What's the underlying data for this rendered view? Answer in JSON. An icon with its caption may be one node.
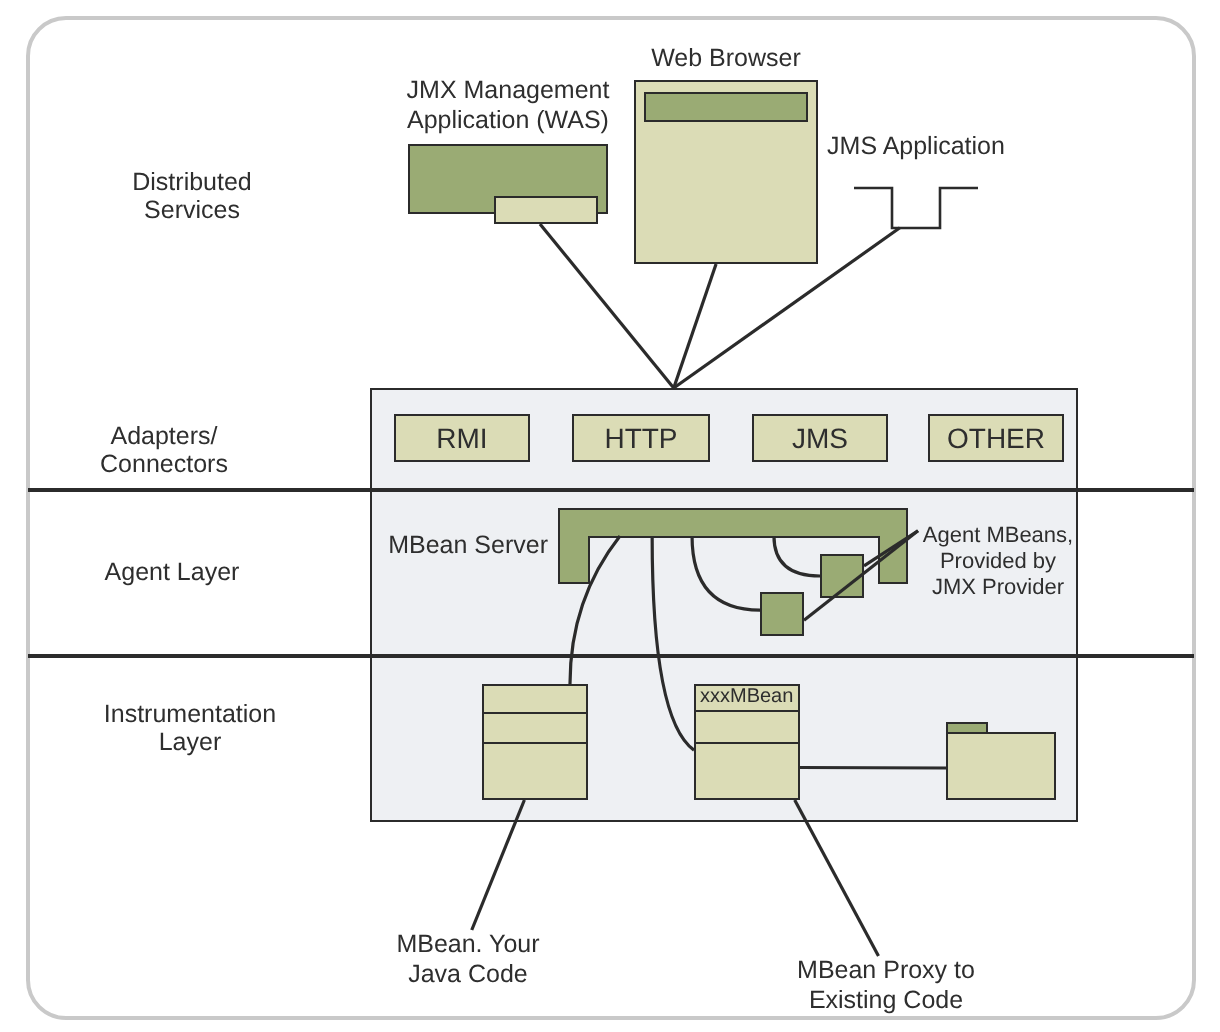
{
  "diagram": {
    "nodes": [
      {
        "text": [
          "JMX Management Application (WAS)"
        ]
      },
      {
        "text": [
          "Web Browser"
        ]
      },
      {
        "text": [
          "JMS Application"
        ]
      },
      {
        "text": [],
        "shape": "box"
      },
      {
        "text": [
          "RMI"
        ],
        "in": 3
      },
      {
        "text": [
          "HTTP"
        ],
        "in": 3
      },
      {
        "text": [
          "JMS"
        ],
        "in": 3
      },
      {
        "text": [
          "OTHER"
        ],
        "in": 3
      },
      {
        "text": [
          "MBean Server"
        ],
        "in": 3
      },
      {
        "text": [],
        "shape": "box",
        "in": 3
      },
      {
        "text": [],
        "shape": "box",
        "in": 3
      },
      {
        "text": [
          "Agent MBeans, Provided by JMX Provider"
        ],
        "in": 3
      },
      {
        "text": [],
        "shape": "box",
        "in": 3
      },
      {
        "text": [
          "xxxMBean"
        ],
        "in": 3
      },
      {
        "text": [],
        "shape": "folder",
        "in": 3
      },
      {
        "text": [
          "MBean. Your Java Code"
        ]
      },
      {
        "text": [
          "MBean Proxy to Existing Code"
        ]
      }
    ],
    "edges": [
      {
        "from": 0,
        "to": 3,
        "arrow": "none"
      },
      {
        "from": 1,
        "to": 3,
        "arrow": "none"
      },
      {
        "from": 2,
        "to": 3,
        "arrow": "none"
      },
      {
        "from": 8,
        "to": 12,
        "arrow": "none"
      },
      {
        "from": 8,
        "to": 13,
        "arrow": "none"
      },
      {
        "from": 8,
        "to": 10,
        "arrow": "none"
      },
      {
        "from": 8,
        "to": 9,
        "arrow": "none"
      },
      {
        "from": 11,
        "to": 9,
        "arrow": "none"
      },
      {
        "from": 11,
        "to": 10,
        "arrow": "none"
      },
      {
        "from": 13,
        "to": 14,
        "arrow": "none"
      },
      {
        "from": 15,
        "to": 12,
        "arrow": "none"
      },
      {
        "from": 16,
        "to": 13,
        "arrow": "none"
      }
    ],
    "labels": [
      "Distributed Services",
      "Adapters/ Connectors",
      "Agent Layer",
      "Instrumentation Layer"
    ]
  }
}
